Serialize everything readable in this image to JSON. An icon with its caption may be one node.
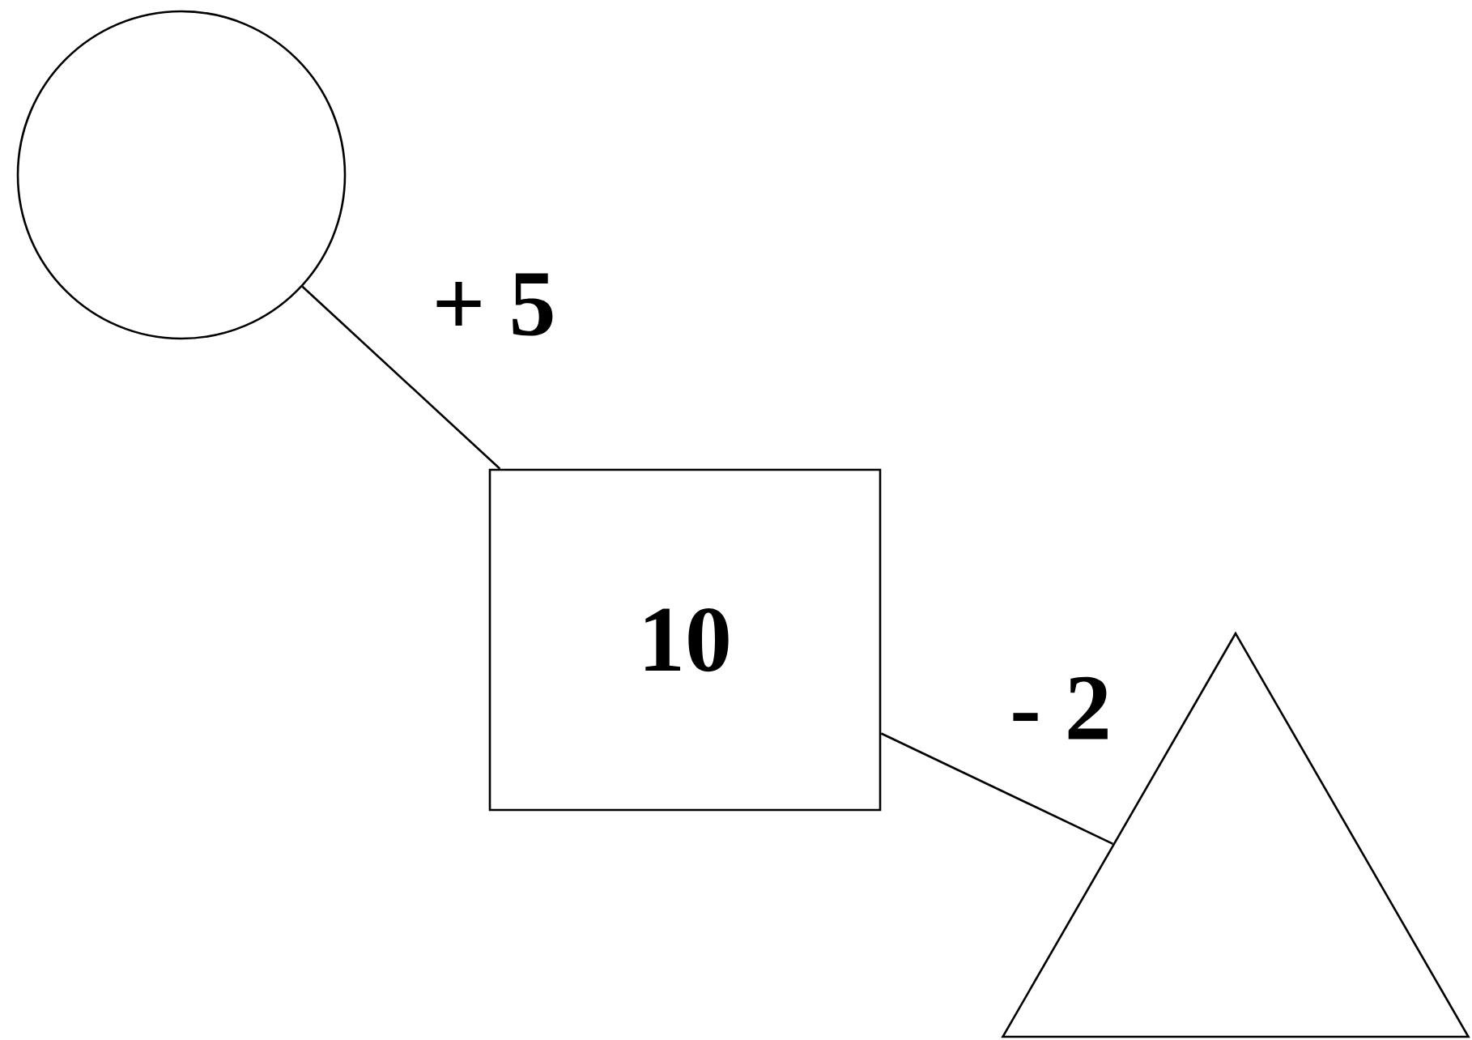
{
  "diagram": {
    "nodes": [
      {
        "text": [],
        "shape": "circle"
      },
      {
        "text": [
          "10"
        ]
      },
      {
        "text": [],
        "shape": "triangle"
      }
    ],
    "edges": [
      {
        "from": 0,
        "to": 1,
        "arrow": "none",
        "label": "+ 5"
      },
      {
        "from": 1,
        "to": 2,
        "arrow": "none",
        "label": "- 2"
      }
    ]
  }
}
